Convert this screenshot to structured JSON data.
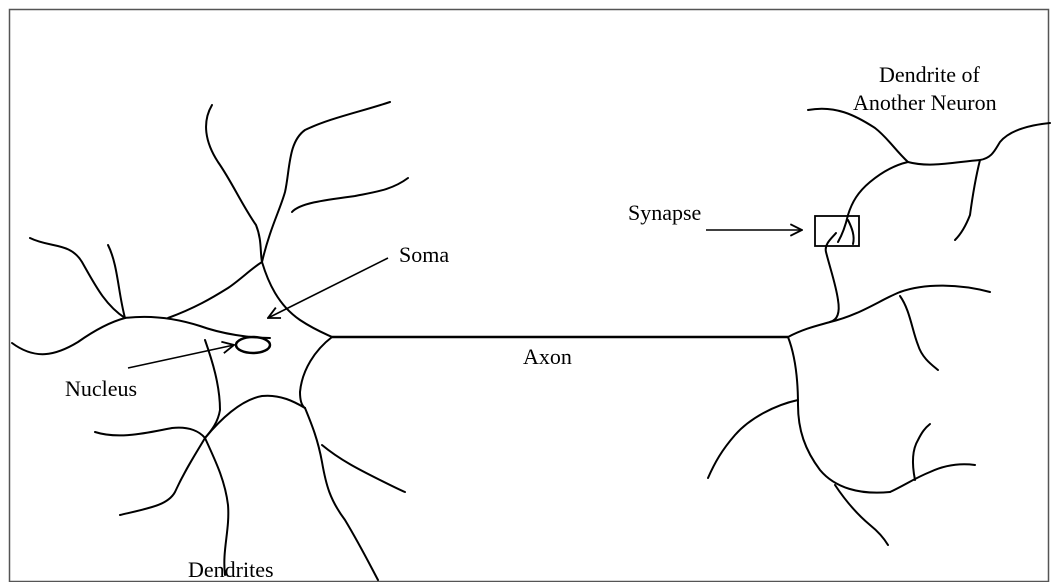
{
  "labels": {
    "dendrite_of_another_line1": "Dendrite of",
    "dendrite_of_another_line2": "Another Neuron",
    "synapse": "Synapse",
    "soma": "Soma",
    "axon": "Axon",
    "nucleus": "Nucleus",
    "dendrites": "Dendrites"
  },
  "colors": {
    "ink": "#000000",
    "frame": "#555555",
    "background": "#ffffff"
  }
}
